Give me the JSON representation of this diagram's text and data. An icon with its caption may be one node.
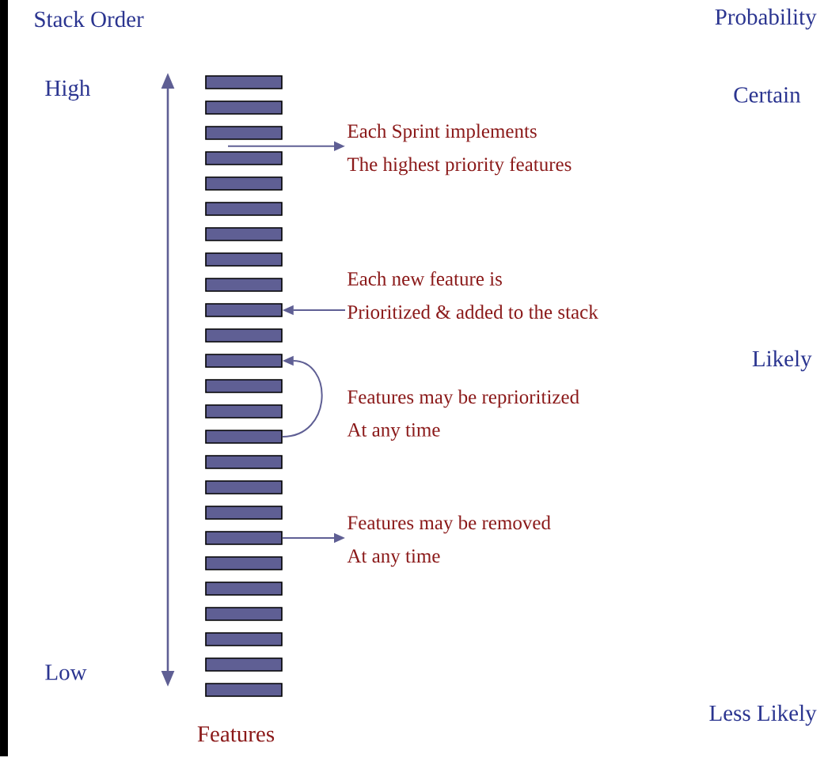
{
  "diagram": {
    "nodes": [
      {
        "text": [],
        "shape": "bar"
      },
      {
        "text": [],
        "shape": "bar"
      },
      {
        "text": [],
        "shape": "bar"
      },
      {
        "text": [],
        "shape": "bar"
      },
      {
        "text": [],
        "shape": "bar"
      },
      {
        "text": [],
        "shape": "bar"
      },
      {
        "text": [],
        "shape": "bar"
      },
      {
        "text": [],
        "shape": "bar"
      },
      {
        "text": [],
        "shape": "bar"
      },
      {
        "text": [],
        "shape": "bar"
      },
      {
        "text": [],
        "shape": "bar"
      },
      {
        "text": [],
        "shape": "bar"
      },
      {
        "text": [],
        "shape": "bar"
      },
      {
        "text": [],
        "shape": "bar"
      },
      {
        "text": [],
        "shape": "bar"
      },
      {
        "text": [],
        "shape": "bar"
      },
      {
        "text": [],
        "shape": "bar"
      },
      {
        "text": [],
        "shape": "bar"
      },
      {
        "text": [],
        "shape": "bar"
      },
      {
        "text": [],
        "shape": "bar"
      },
      {
        "text": [],
        "shape": "bar"
      },
      {
        "text": [],
        "shape": "bar"
      },
      {
        "text": [],
        "shape": "bar"
      },
      {
        "text": [],
        "shape": "bar"
      },
      {
        "text": [],
        "shape": "bar"
      },
      {
        "text": [
          "Each Sprint implements",
          "The highest priority features"
        ]
      },
      {
        "text": [
          "Each new feature is",
          "Prioritized & added to the stack"
        ]
      },
      {
        "text": [
          "Features may be removed",
          "At any time"
        ]
      }
    ],
    "edges": [
      {
        "from": 2,
        "to": 25,
        "arrow": "to"
      },
      {
        "from": 26,
        "to": 9,
        "arrow": "to"
      },
      {
        "from": 14,
        "to": 11,
        "arrow": "to"
      },
      {
        "from": 18,
        "to": 27,
        "arrow": "to"
      }
    ],
    "labels": [
      "Stack Order",
      "Probability",
      "High",
      "Certain",
      "Likely",
      "Features may be reprioritized",
      "At any time",
      "Low",
      "Less Likely",
      "Features"
    ]
  }
}
